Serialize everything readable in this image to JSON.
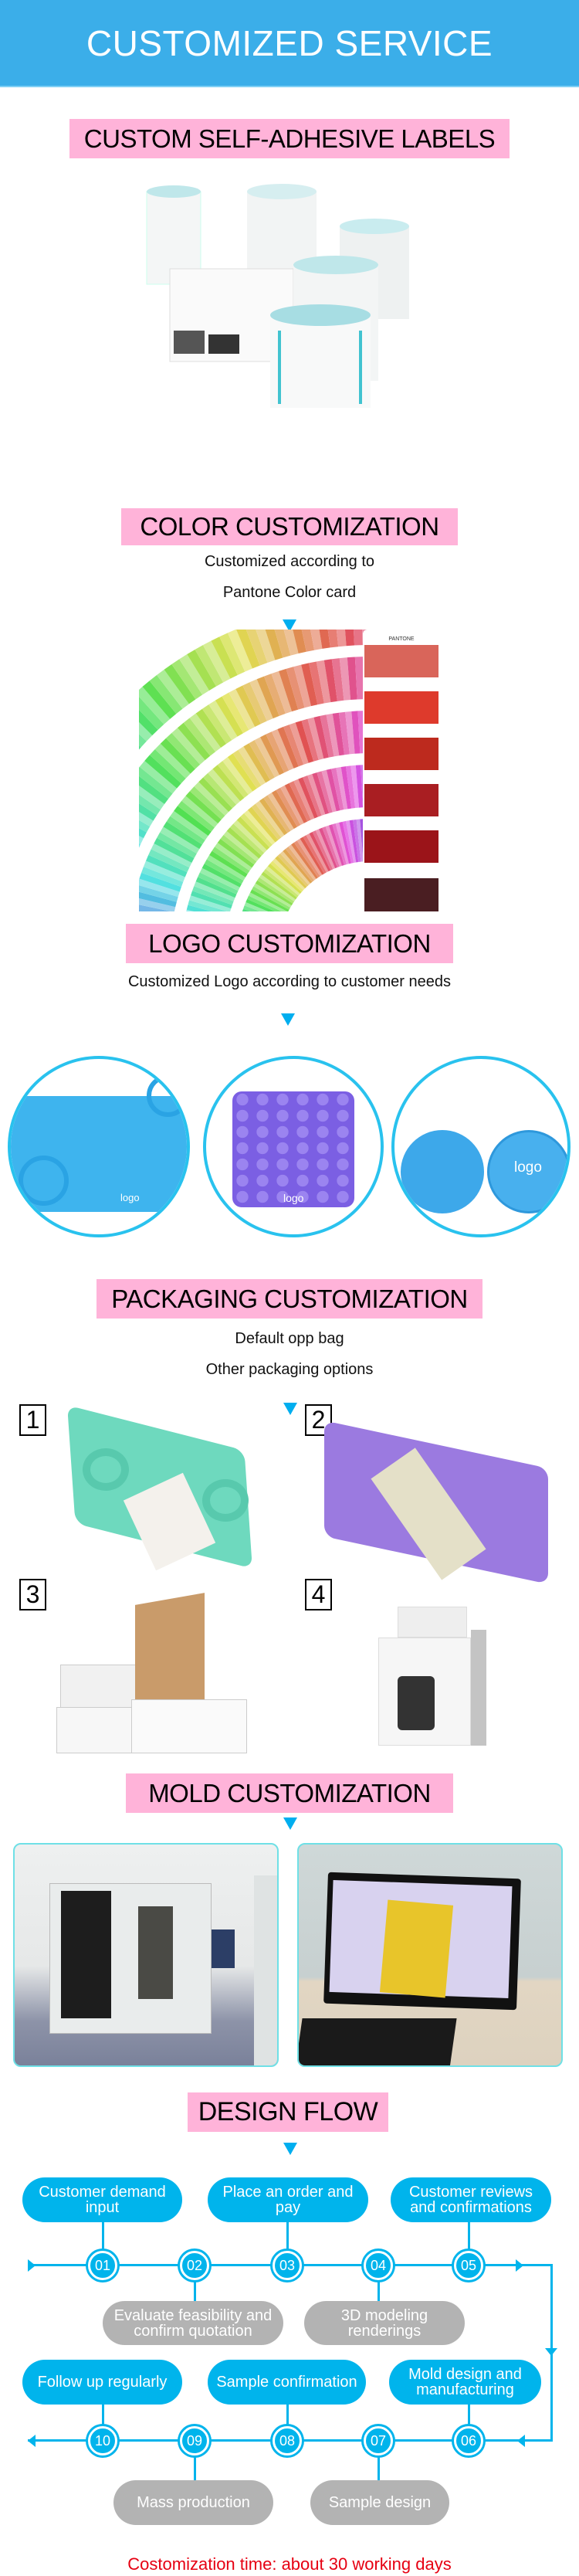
{
  "header": {
    "title": "CUSTOMIZED SERVICE"
  },
  "labels_section": {
    "title": "CUSTOM SELF-ADHESIVE LABELS"
  },
  "color_section": {
    "title": "COLOR CUSTOMIZATION",
    "lines": [
      "Customized according to",
      "Pantone Color card"
    ],
    "pantone_brand": "PANTONE"
  },
  "logo_section": {
    "title": "LOGO CUSTOMIZATION",
    "line": "Customized Logo according to customer needs",
    "logo_mark": "logo"
  },
  "packaging_section": {
    "title": "PACKAGING CUSTOMIZATION",
    "lines": [
      "Default opp bag",
      "Other packaging options"
    ],
    "options": [
      "1",
      "2",
      "3",
      "4"
    ]
  },
  "mold_section": {
    "title": "MOLD CUSTOMIZATION"
  },
  "design_flow": {
    "title": "DESIGN FLOW",
    "steps": [
      {
        "num": "01",
        "label": "Customer demand input"
      },
      {
        "num": "02",
        "label": "Evaluate feasibility and confirm quotation"
      },
      {
        "num": "03",
        "label": "Place an order and pay"
      },
      {
        "num": "04",
        "label": "3D modeling renderings"
      },
      {
        "num": "05",
        "label": "Customer reviews and confirmations"
      },
      {
        "num": "06",
        "label": "Mold design and manufacturing"
      },
      {
        "num": "07",
        "label": "Sample design"
      },
      {
        "num": "08",
        "label": "Sample confirmation"
      },
      {
        "num": "09",
        "label": "Mass production"
      },
      {
        "num": "10",
        "label": "Follow up regularly"
      }
    ],
    "footer": "Costomization time: about 30 working days"
  },
  "colors": {
    "header_blue": "#3BAEE9",
    "title_pink": "#FFB3D9",
    "flow_blue": "#00B4EC",
    "flow_gray": "#B3B3B3",
    "footer_red": "#E60012"
  }
}
